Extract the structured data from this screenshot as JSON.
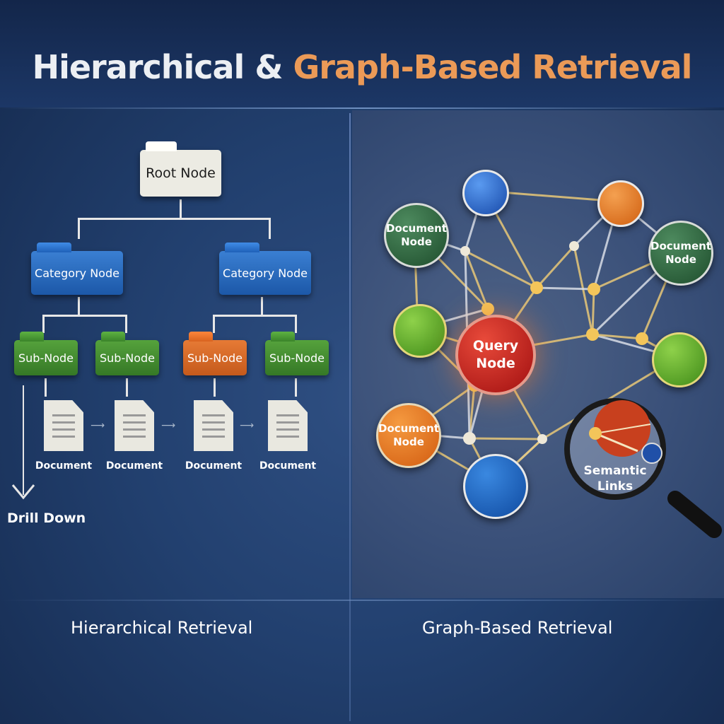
{
  "title": {
    "part1": "Hierarchical & ",
    "part2": "Graph-Based Retrieval"
  },
  "hierarchy": {
    "root": "Root Node",
    "categories": [
      "Category Node",
      "Category Node"
    ],
    "subnodes": [
      "Sub-Node",
      "Sub-Node",
      "Sub-Node",
      "Sub-Node"
    ],
    "documents": [
      "Document",
      "Document",
      "Document",
      "Document"
    ],
    "drill_down": "Drill Down",
    "caption": "Hierarchical Retrieval"
  },
  "graph": {
    "query_node": [
      "Query",
      "Node"
    ],
    "document_node": [
      "Document",
      "Node"
    ],
    "semantic_links": [
      "Semantic",
      "Links"
    ],
    "caption": "Graph-Based Retrieval"
  },
  "colors": {
    "accent_orange": "#eb9a57",
    "blue": "#1f5fbf",
    "green": "#5aa52a",
    "orange": "#e6761f",
    "red": "#c41e1e"
  }
}
